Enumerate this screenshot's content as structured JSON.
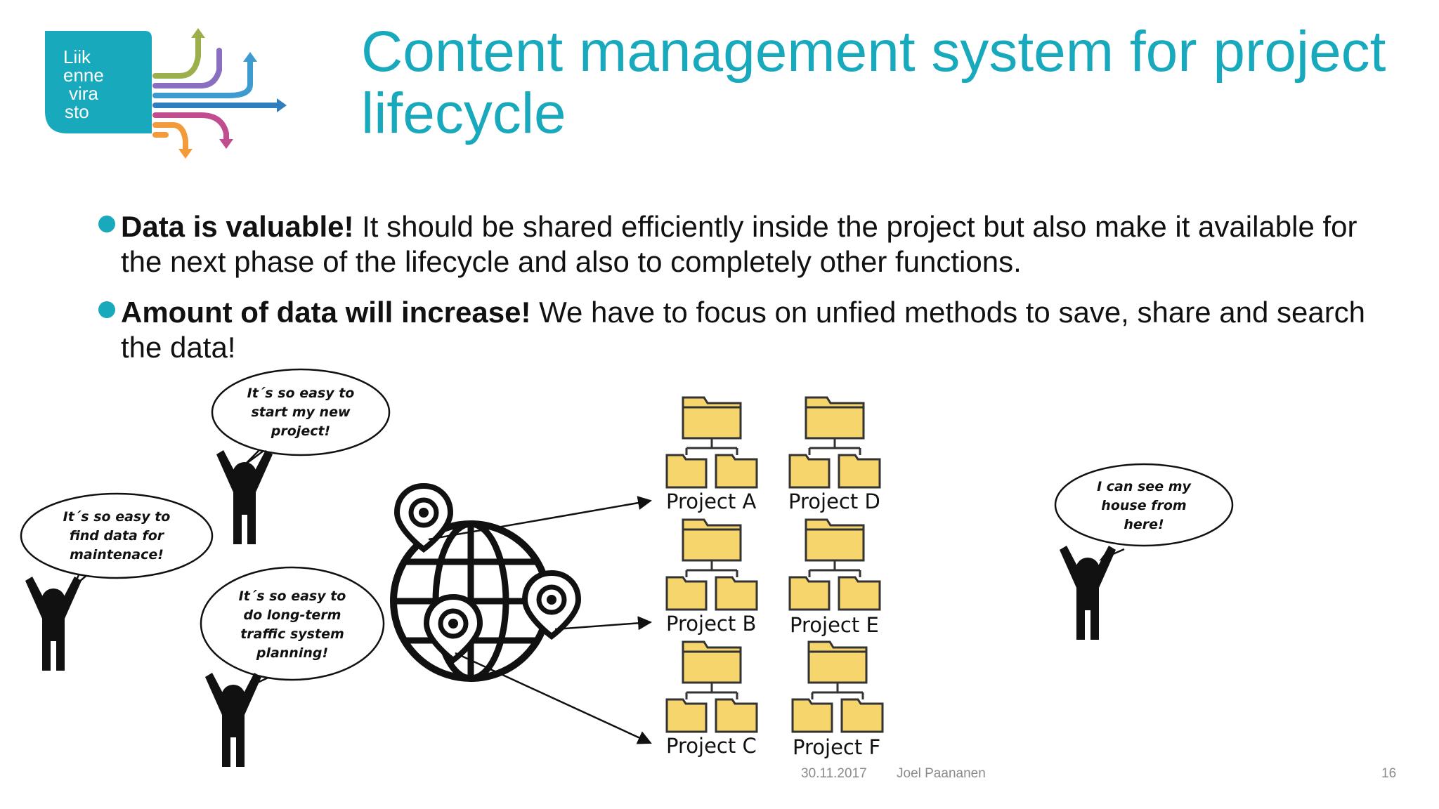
{
  "logo": {
    "text": [
      "Liik",
      "enne",
      "vira",
      "sto"
    ],
    "brand_color": "#18a9bd"
  },
  "title": "Content management system for project lifecycle",
  "bullets": [
    {
      "bold": "Data is valuable!",
      "text": " It should be shared efficiently inside the project but also make it available for the next phase of the lifecycle and also to completely other functions."
    },
    {
      "bold": "Amount of data will increase!",
      "text": " We have to focus on unfied methods to save, share and search the data!"
    }
  ],
  "bubbles": {
    "start": [
      "It´s so easy to",
      "start my new",
      "project!"
    ],
    "maintenance": [
      "It´s so easy to",
      "find data for",
      "maintenace!"
    ],
    "planning": [
      "It´s so easy to",
      "do long-term",
      "traffic system",
      "planning!"
    ],
    "house": [
      "I can see my",
      "house from",
      "here!"
    ]
  },
  "projects": [
    "Project A",
    "Project B",
    "Project C",
    "Project D",
    "Project E",
    "Project F"
  ],
  "icons": {
    "globe": "globe-with-location-pins-icon",
    "folder": "folder-hierarchy-icon",
    "person": "person-arms-raised-icon"
  },
  "folder_color": "#f6d56d",
  "footer": {
    "date": "30.11.2017",
    "author": "Joel Paananen",
    "page": "16"
  }
}
